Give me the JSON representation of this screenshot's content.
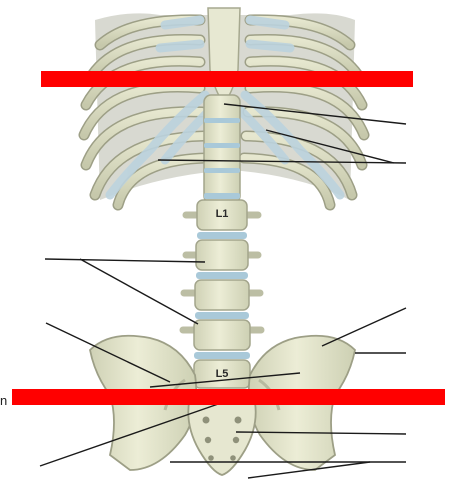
{
  "diagram": {
    "vertebra_labels": {
      "upper": "L1",
      "lower": "L5"
    },
    "edge_glyph": "n",
    "colors": {
      "bone": "#e4e5cc",
      "bone_shadow": "#c9cbae",
      "bone_outline": "#9d9f86",
      "cartilage": "#bcd3de",
      "disc": "#a9c9d9",
      "leader_line": "#1a1a1a",
      "marker_bar": "#ff0000"
    }
  }
}
